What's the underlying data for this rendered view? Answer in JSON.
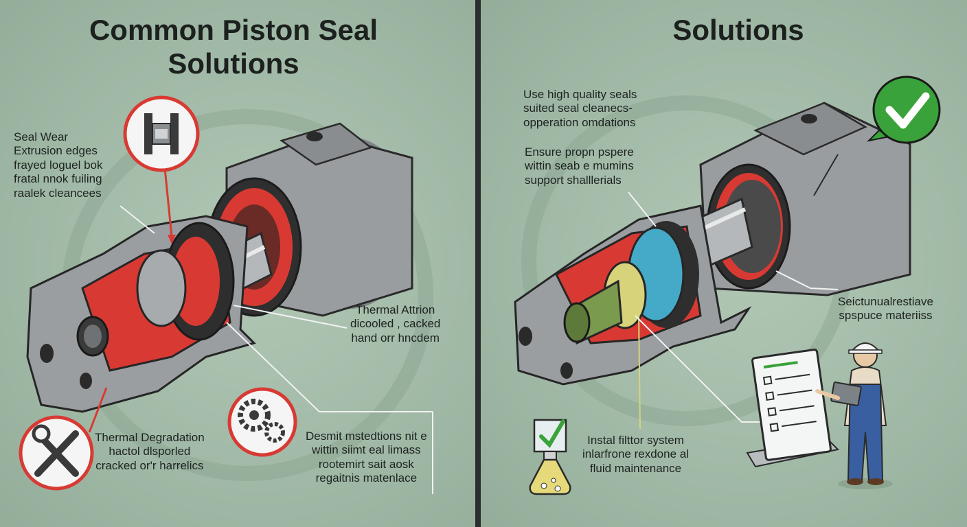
{
  "left": {
    "title_lines": [
      "Common Piston Seal",
      "Solutions"
    ],
    "notes": {
      "seal_wear": [
        "Seal Wear",
        "Extrusion  edges",
        "frayed loguel bok",
        "fratal nnok fuiling",
        "raalek cleancees"
      ],
      "thermal_attrition": [
        "Thermal Attrion",
        "dicooled , cacked",
        "hand orr hncdem"
      ],
      "thermal_degradation": [
        "Thermal Degradation",
        "hactol dlsporled",
        "cracked or'r harrelics"
      ],
      "design": [
        "Desmit mstedtions nit e",
        "wittin siimt eal limass",
        "rootemirt sait aosk",
        "regaitnis matenlace"
      ]
    }
  },
  "right": {
    "title_lines": [
      "Solutions"
    ],
    "notes": {
      "seals": [
        "Use high  quality seals",
        "suited seal cleanecs-",
        "opperation  omdations"
      ],
      "support": [
        "Ensure propn pspere",
        "wittin seab e mumins",
        "support shalllerials"
      ],
      "materials": [
        "Seictunualrestiave",
        "spspuce materiiss"
      ],
      "filter": [
        "Instal filttor system",
        "inlarfrone rexdone al",
        "fluid  maintenance"
      ]
    }
  },
  "colors": {
    "seal_red": "#d83a33",
    "metal": "#8c8f91",
    "checkmark": "#3aa23a",
    "divider": "#2b2e2c"
  },
  "icons": [
    "piston-seal-icon",
    "wrench-screwdriver-icon",
    "gears-icon",
    "checkmark-badge-icon",
    "fluid-filter-icon",
    "hard-hat-engineer-icon",
    "checklist-clipboard-icon"
  ]
}
